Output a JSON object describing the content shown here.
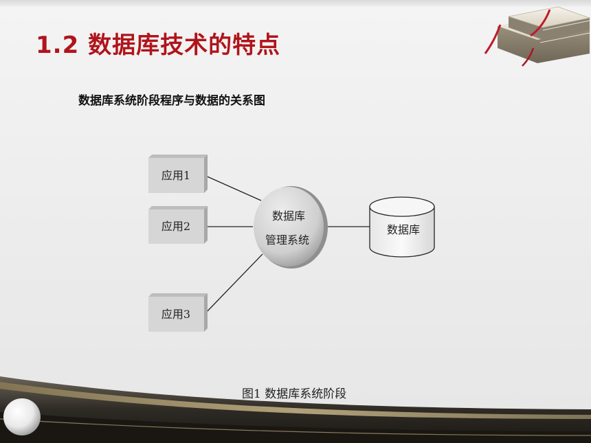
{
  "slide": {
    "title": "1.2 数据库技术的特点",
    "subtitle": "数据库系统阶段程序与数据的关系图",
    "caption": "图1  数据库系统阶段"
  },
  "diagram": {
    "apps": [
      "应用1",
      "应用2",
      "应用3"
    ],
    "dbms_line1": "数据库",
    "dbms_line2": "管理系统",
    "database": "数据库"
  },
  "colors": {
    "title": "#b0141b",
    "box_fill": "#d6d6d6",
    "bookmark": "#c0192a"
  },
  "icons": [
    "book-stack-icon",
    "pearl-ball-icon"
  ]
}
